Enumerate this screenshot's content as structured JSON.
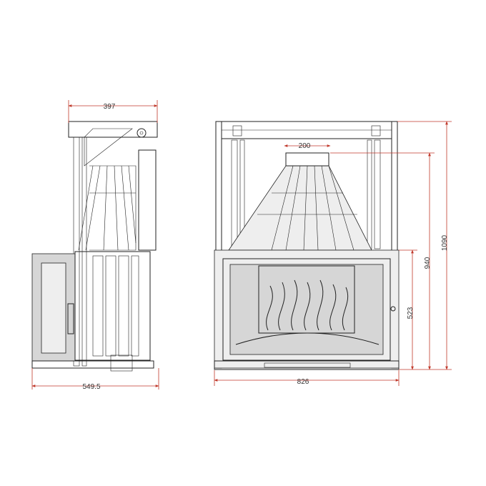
{
  "dimensions": {
    "side_depth_top": "397",
    "side_depth_bottom": "549.5",
    "front_width": "826",
    "flue_width": "200",
    "total_height": "1090",
    "flue_height": "940",
    "door_height": "523"
  },
  "colors": {
    "dimension_line": "#c0392b",
    "drawing_line": "#222222",
    "panel_fill": "#d6d6d6"
  }
}
